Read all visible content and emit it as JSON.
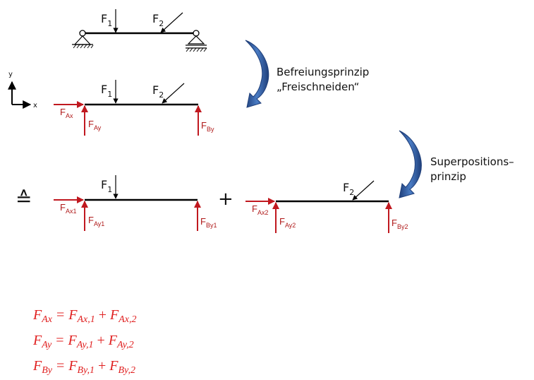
{
  "colors": {
    "reaction": "#c0181f",
    "beam": "#000000",
    "curve_arrow": "#2f5a9e",
    "equation": "#e02020"
  },
  "icons": [
    "pin-support-icon",
    "roller-support-icon",
    "curved-arrow-icon",
    "coordinate-axes-icon"
  ],
  "axes": {
    "y": "y",
    "x": "x"
  },
  "forces": {
    "F": "F",
    "sub1": "1",
    "sub2": "2"
  },
  "reactions": {
    "F": "F",
    "Ax": "Ax",
    "Ay": "Ay",
    "By": "By",
    "Ax1": "Ax1",
    "Ay1": "Ay1",
    "By1": "By1",
    "Ax2": "Ax2",
    "Ay2": "Ay2",
    "By2": "By2"
  },
  "steps": {
    "step1_line1": "Befreiungsprinzip",
    "step1_line2": "„Freischneiden“",
    "step2_line1": "Superpositions–",
    "step2_line2": "prinzip"
  },
  "symbols": {
    "equiv": "≙",
    "plus": "+"
  },
  "equations": [
    {
      "lhs_sub": "Ax",
      "t1_sub": "Ax,1",
      "t2_sub": "Ax,2"
    },
    {
      "lhs_sub": "Ay",
      "t1_sub": "Ay,1",
      "t2_sub": "Ay,2"
    },
    {
      "lhs_sub": "By",
      "t1_sub": "By,1",
      "t2_sub": "By,2"
    }
  ],
  "eq_symbols": {
    "F": "F",
    "equals": "=",
    "plus": "+"
  }
}
